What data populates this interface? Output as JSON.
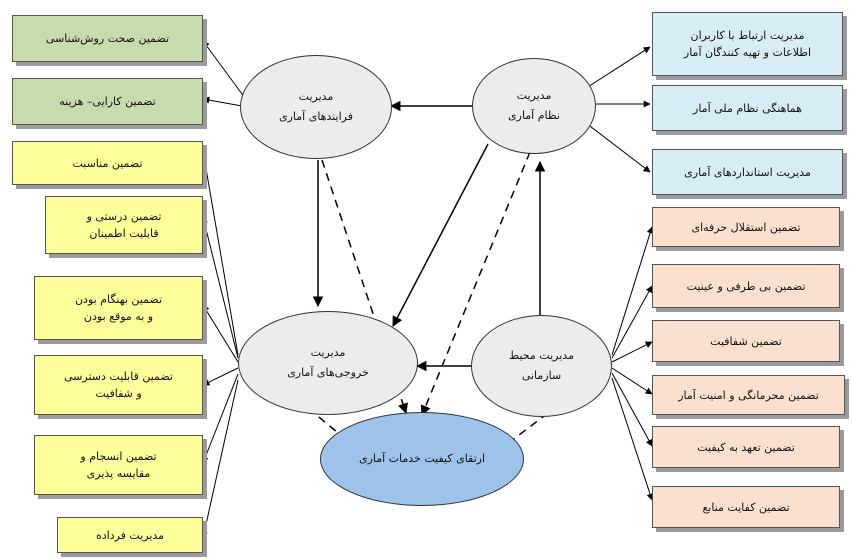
{
  "diagram": {
    "nodes": {
      "processes": {
        "line1": "مدیریت",
        "line2": "فرایندهای آماری"
      },
      "system": {
        "line1": "مدیریت",
        "line2": "نظام آماری"
      },
      "outputs": {
        "line1": "مدیریت",
        "line2": "خروجی‌های آماری"
      },
      "environment": {
        "line1": "مدیریت محیط",
        "line2": "سازمانی"
      },
      "center": {
        "line1": "ارتقای کیفیت خدمات آماری"
      }
    },
    "green_boxes": [
      {
        "line1": "تضمین صحت روش‌شناسی"
      },
      {
        "line1": "تضمین کارایی– هزینه"
      }
    ],
    "yellow_boxes": [
      {
        "line1": "تضمین مناسبت"
      },
      {
        "line1": "تضمین درستی و",
        "line2": "قابلیت اطمینان"
      },
      {
        "line1": "تضمین بهنگام بودن",
        "line2": "و به موقع بودن"
      },
      {
        "line1": "تضمین قابلیت دسترسی",
        "line2": "و شفافیت"
      },
      {
        "line1": "تضمین انسجام و",
        "line2": "مقایسه پذیری"
      },
      {
        "line1": "مدیریت فرداده"
      }
    ],
    "blue_boxes": [
      {
        "line1": "مدیریت ارتباط با کاربران",
        "line2": "اطلاعات و تهیه کنندگان آمار"
      },
      {
        "line1": "هماهنگی نظام ملی آمار"
      },
      {
        "line1": "مدیریت استانداردهای آماری"
      }
    ],
    "peach_boxes": [
      {
        "line1": "تضمین استقلال حرفه‌ای"
      },
      {
        "line1": "تضمین بی طرفی و عینیت"
      },
      {
        "line1": "تضمین شفافیت"
      },
      {
        "line1": "تضمین محرمانگی و امنیت آمار"
      },
      {
        "line1": "تضمین تعهد به کیفیت"
      },
      {
        "line1": "تضمین کفایت منابع"
      }
    ],
    "colors": {
      "green": "#c6dcae",
      "yellow": "#fdfd9a",
      "blue": "#d8ecf5",
      "peach": "#fbe0cf",
      "ellipse": "#ececec",
      "center": "#9dc3ea"
    }
  }
}
